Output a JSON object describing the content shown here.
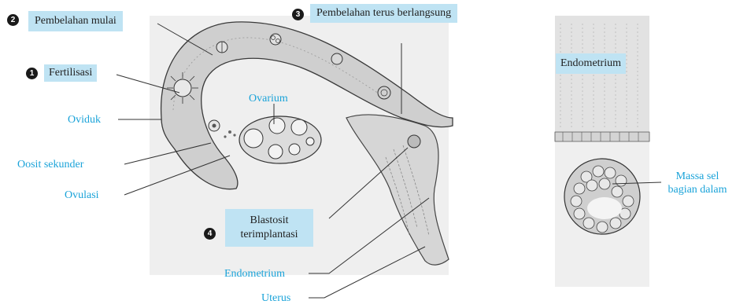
{
  "steps": [
    {
      "number": "1",
      "label": "Fertilisasi"
    },
    {
      "number": "2",
      "label": "Pembelahan mulai"
    },
    {
      "number": "3",
      "label": "Pembelahan terus berlangsung"
    },
    {
      "number": "4",
      "label": "Blastosit terimplantasi",
      "lines": [
        "Blastosit",
        "terimplantasi"
      ]
    }
  ],
  "labels": {
    "ovarium": "Ovarium",
    "oviduk": "Oviduk",
    "oosit_sekunder": "Oosit sekunder",
    "ovulasi": "Ovulasi",
    "endometrium": "Endometrium",
    "uterus": "Uterus",
    "endometrium_panel": "Endometrium",
    "massa_sel_lines": [
      "Massa sel",
      "bagian dalam"
    ]
  },
  "colors": {
    "label_cyan": "#1aa3d9",
    "box_fill": "#bfe3f3",
    "number_fill": "#1a1a1a"
  }
}
